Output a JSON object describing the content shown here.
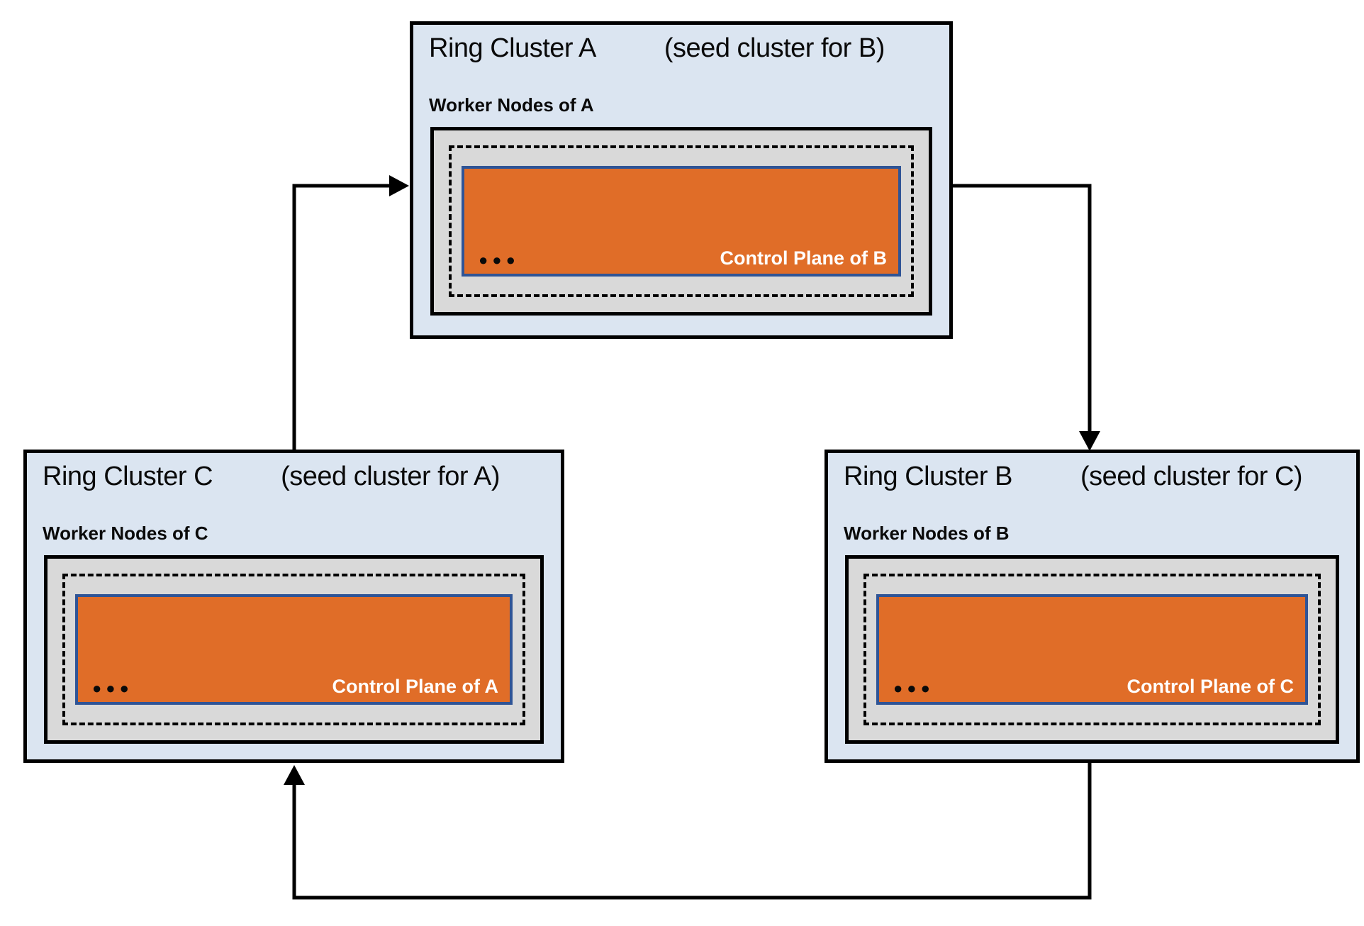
{
  "diagram": {
    "clusters": [
      {
        "id": "A",
        "title": "Ring Cluster A",
        "seed_note": "(seed cluster for B)",
        "worker_label": "Worker Nodes of A",
        "ellipsis": "●●●",
        "control_label": "Control Plane of B"
      },
      {
        "id": "C",
        "title": "Ring Cluster C",
        "seed_note": "(seed cluster for A)",
        "worker_label": "Worker Nodes of C",
        "ellipsis": "●●●",
        "control_label": "Control Plane of A"
      },
      {
        "id": "B",
        "title": "Ring Cluster B",
        "seed_note": "(seed cluster for C)",
        "worker_label": "Worker Nodes of B",
        "ellipsis": "●●●",
        "control_label": "Control Plane of C"
      }
    ],
    "edges": [
      {
        "from": "C",
        "to": "A"
      },
      {
        "from": "A",
        "to": "B"
      },
      {
        "from": "B",
        "to": "C"
      }
    ],
    "colors": {
      "cluster_fill": "#dbe5f1",
      "cluster_border": "#000000",
      "worker_box_fill": "#d9d9d9",
      "worker_box_border": "#000000",
      "control_ring_dash": "#000000",
      "control_plane_fill": "#e06d28",
      "control_plane_border": "#2f5496",
      "control_plane_text": "#ffffff",
      "arrow": "#000000"
    }
  }
}
